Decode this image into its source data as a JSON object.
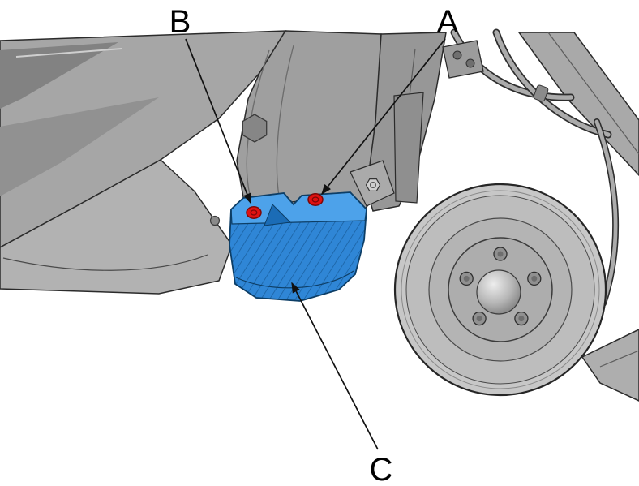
{
  "figure": {
    "callouts": [
      {
        "label": "A"
      },
      {
        "label": "B"
      },
      {
        "label": "C"
      }
    ],
    "colors": {
      "highlight": "#2f86d6",
      "highlight_light": "#4da2ea",
      "highlight_dark": "#1b6cb6",
      "fastener": "#e01212",
      "line": "#111111",
      "background": "#ffffff"
    }
  }
}
